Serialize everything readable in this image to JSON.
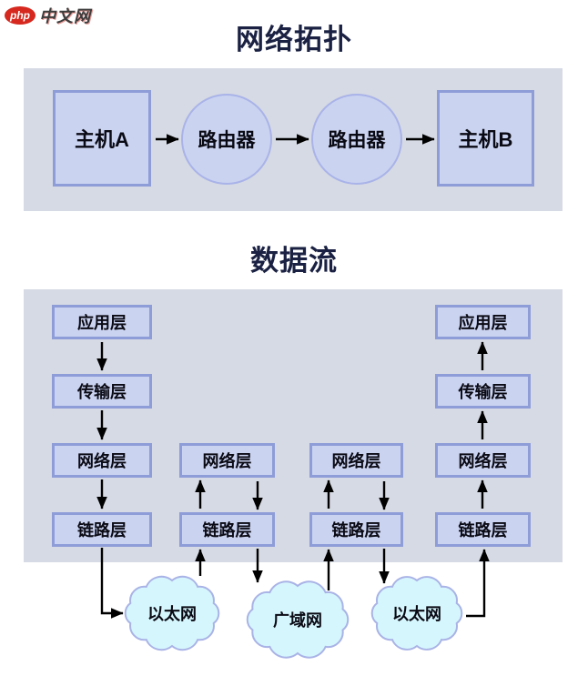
{
  "logo": {
    "brand": "php",
    "name": "中文网"
  },
  "sections": {
    "topology": {
      "title": "网络拓扑",
      "nodes": [
        {
          "type": "box",
          "label": "主机A"
        },
        {
          "type": "circle",
          "label": "路由器"
        },
        {
          "type": "circle",
          "label": "路由器"
        },
        {
          "type": "box",
          "label": "主机B"
        }
      ]
    },
    "dataflow": {
      "title": "数据流",
      "stacks": [
        {
          "name": "host-a",
          "direction": "down",
          "layers": [
            "应用层",
            "传输层",
            "网络层",
            "链路层"
          ]
        },
        {
          "name": "router-1",
          "direction": "both",
          "layers": [
            "网络层",
            "链路层"
          ]
        },
        {
          "name": "router-2",
          "direction": "both",
          "layers": [
            "网络层",
            "链路层"
          ]
        },
        {
          "name": "host-b",
          "direction": "up",
          "layers": [
            "应用层",
            "传输层",
            "网络层",
            "链路层"
          ]
        }
      ],
      "clouds": [
        {
          "label": "以太网"
        },
        {
          "label": "广域网"
        },
        {
          "label": "以太网"
        }
      ]
    }
  },
  "colors": {
    "panel_bg": "#d6dae4",
    "node_fill": "#cad3f0",
    "node_border": "#8e9cd8",
    "circle_border": "#a9b3e8",
    "cloud_fill": "#d6f6fd",
    "cloud_border": "#a9b3e6",
    "arrow": "#000000",
    "title_text": "#1a2142",
    "logo_red": "#d6281e"
  }
}
